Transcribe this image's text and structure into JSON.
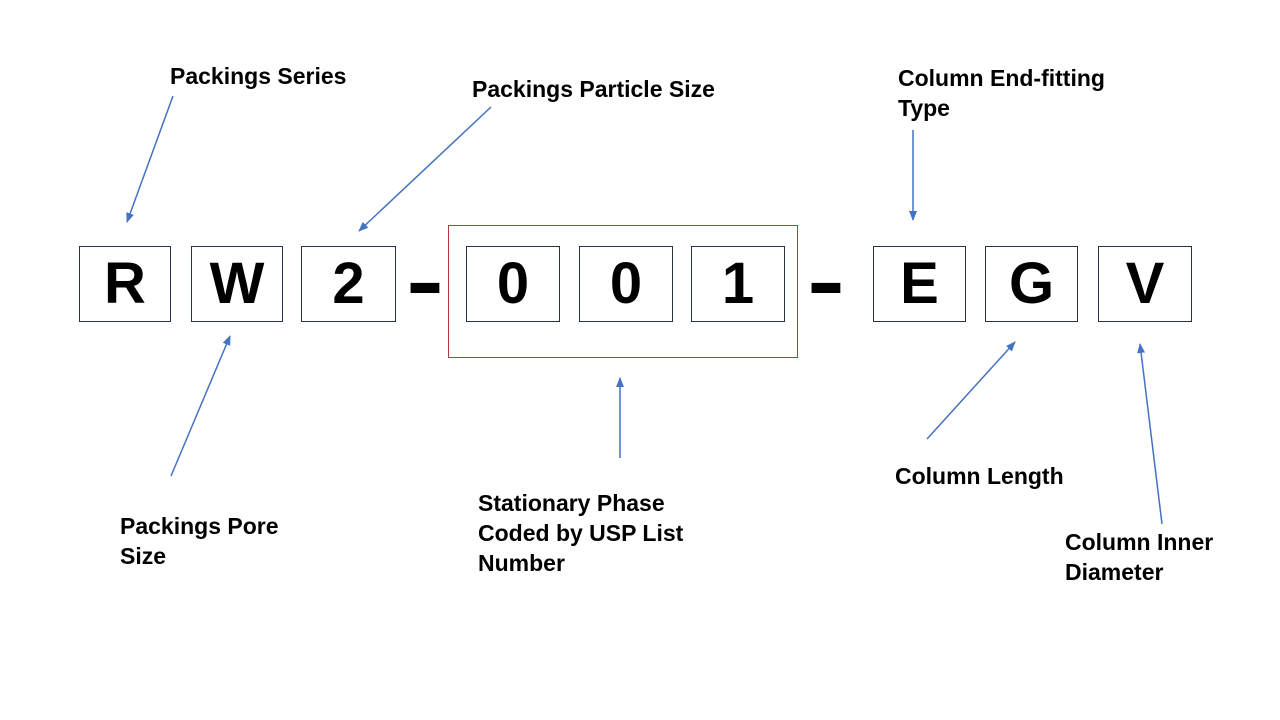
{
  "code": {
    "left": {
      "chars": [
        "R",
        "W",
        "2"
      ]
    },
    "separator1": "-",
    "usp": {
      "chars": [
        "0",
        "0",
        "1"
      ]
    },
    "separator2": "-",
    "right": {
      "chars": [
        "E",
        "G",
        "V"
      ]
    }
  },
  "annotations": {
    "packings_series": "Packings Series",
    "packings_particle_size": "Packings Particle Size",
    "column_end_fitting_type": "Column End-fitting Type",
    "packings_pore_size": "Packings Pore Size",
    "stationary_phase": "Stationary Phase Coded by USP List Number",
    "column_length": "Column Length",
    "column_inner_diameter": "Column Inner Diameter"
  },
  "colors": {
    "background": "#ffffff",
    "box_border": "#243447",
    "highlight_border": "#b8393f",
    "arrow": "#4472c4",
    "text": "#000000"
  }
}
